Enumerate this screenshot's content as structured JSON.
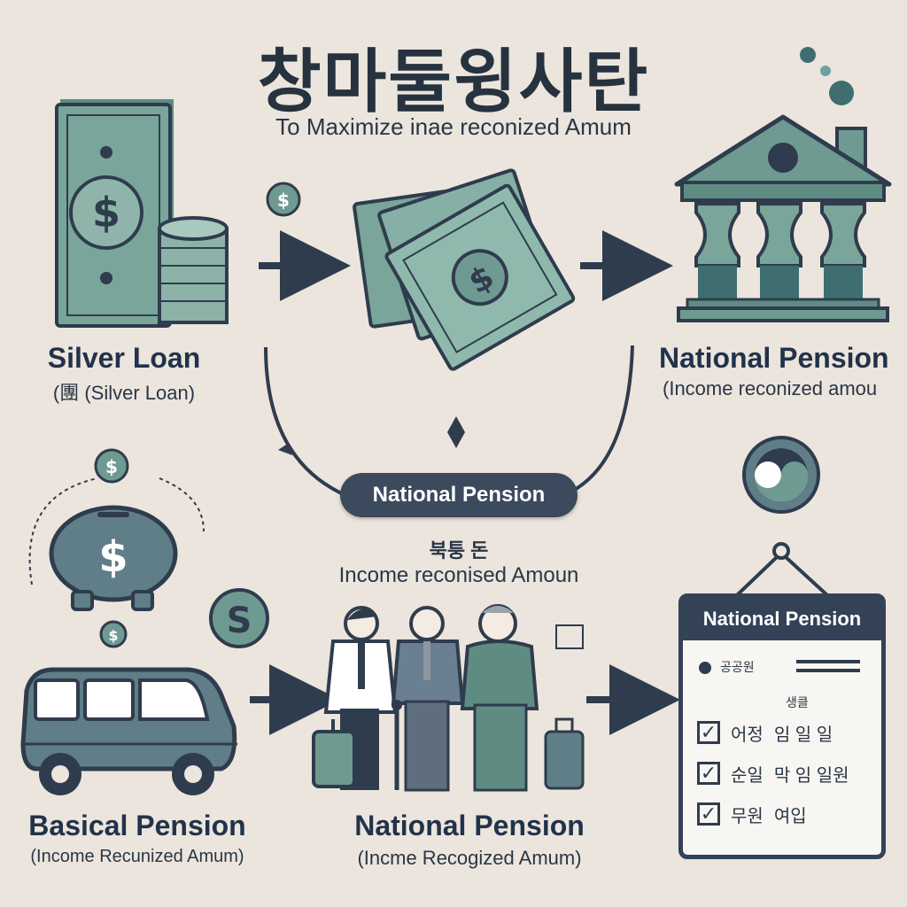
{
  "header": {
    "title": "창마둘윙사탄",
    "subtitle": "To Maximize inae reconized Amum"
  },
  "nodes": {
    "silver_loan": {
      "label": "Silver Loan",
      "sublabel": "(團 (Silver Loan)"
    },
    "national_pension_top": {
      "label": "National Pension",
      "sublabel": "(Income reconized amou"
    },
    "center_pill": {
      "label": "National Pension"
    },
    "center_note": {
      "kor": "북퉁 돈",
      "text": "Income reconised Amoun"
    },
    "basical_pension": {
      "label": "Basical Pension",
      "sublabel": "(Income Recunized Amum)"
    },
    "national_pension_bottom": {
      "label": "National Pension",
      "sublabel": "(Incme Recogized Amum)"
    }
  },
  "document": {
    "header": "National Pension",
    "top_row": "공공원",
    "section_label": "생클",
    "checklist": [
      {
        "checked": true,
        "left": "어정",
        "right": "임 일 일"
      },
      {
        "checked": true,
        "left": "순일",
        "right": "막 임 일원"
      },
      {
        "checked": true,
        "left": "무원",
        "right": "여입"
      }
    ]
  },
  "icons": {
    "money_stack": "cash-stack-icon",
    "bills": "fanned-bills-icon",
    "bank": "pension-bank-icon",
    "piggy": "piggy-bank-icon",
    "car": "car-icon",
    "people": "seniors-group-icon",
    "checklist": "checklist-document-icon",
    "yin_yang": "korean-emblem-icon"
  },
  "colors": {
    "background": "#ebe5dd",
    "teal": "#6e9a92",
    "dark": "#2f3c4d",
    "slate": "#5f7e87"
  }
}
